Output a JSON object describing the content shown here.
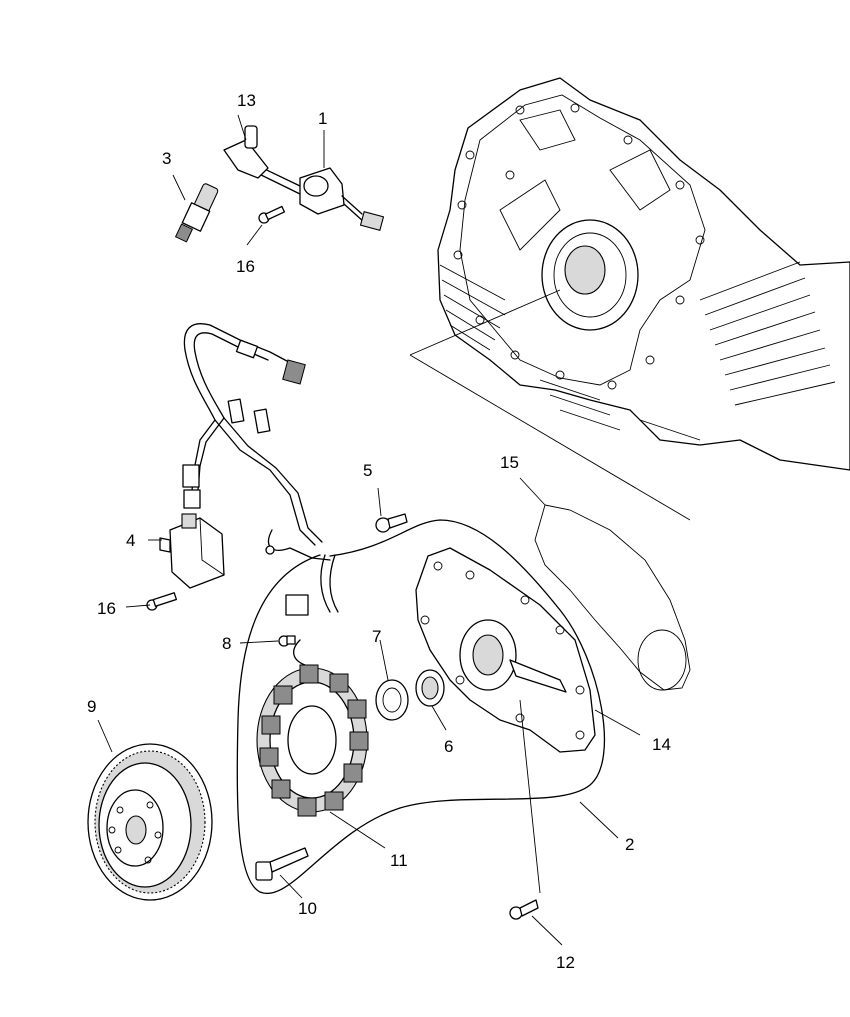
{
  "callouts": [
    {
      "id": "c1",
      "text": "1"
    },
    {
      "id": "c2",
      "text": "2"
    },
    {
      "id": "c3",
      "text": "3"
    },
    {
      "id": "c4",
      "text": "4"
    },
    {
      "id": "c5",
      "text": "5"
    },
    {
      "id": "c6",
      "text": "6"
    },
    {
      "id": "c7",
      "text": "7"
    },
    {
      "id": "c8",
      "text": "8"
    },
    {
      "id": "c9",
      "text": "9"
    },
    {
      "id": "c10",
      "text": "10"
    },
    {
      "id": "c11",
      "text": "11"
    },
    {
      "id": "c12",
      "text": "12"
    },
    {
      "id": "c13",
      "text": "13"
    },
    {
      "id": "c14",
      "text": "14"
    },
    {
      "id": "c15",
      "text": "15"
    },
    {
      "id": "c16a",
      "text": "16"
    },
    {
      "id": "c16b",
      "text": "16"
    }
  ]
}
